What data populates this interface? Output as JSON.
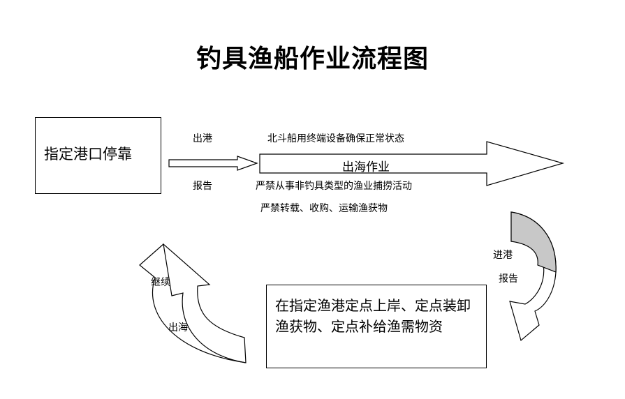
{
  "title": "钓具渔船作业流程图",
  "start_box": "指定港口停靠",
  "labels": {
    "depart": "出港",
    "report": "报告",
    "terminal": "北斗船用终端设备确保正常状态",
    "operation": "出海作业",
    "prohibit_1": "严禁从事非钓具类型的渔业捕捞活动",
    "prohibit_2": "严禁转载、收购、运输渔获物",
    "enter_port": "进港",
    "enter_report": "报告",
    "continue": "继续",
    "go_sea": "出海"
  },
  "end_box": "在指定渔港定点上岸、定点装卸渔获物、定点补给渔需物资"
}
